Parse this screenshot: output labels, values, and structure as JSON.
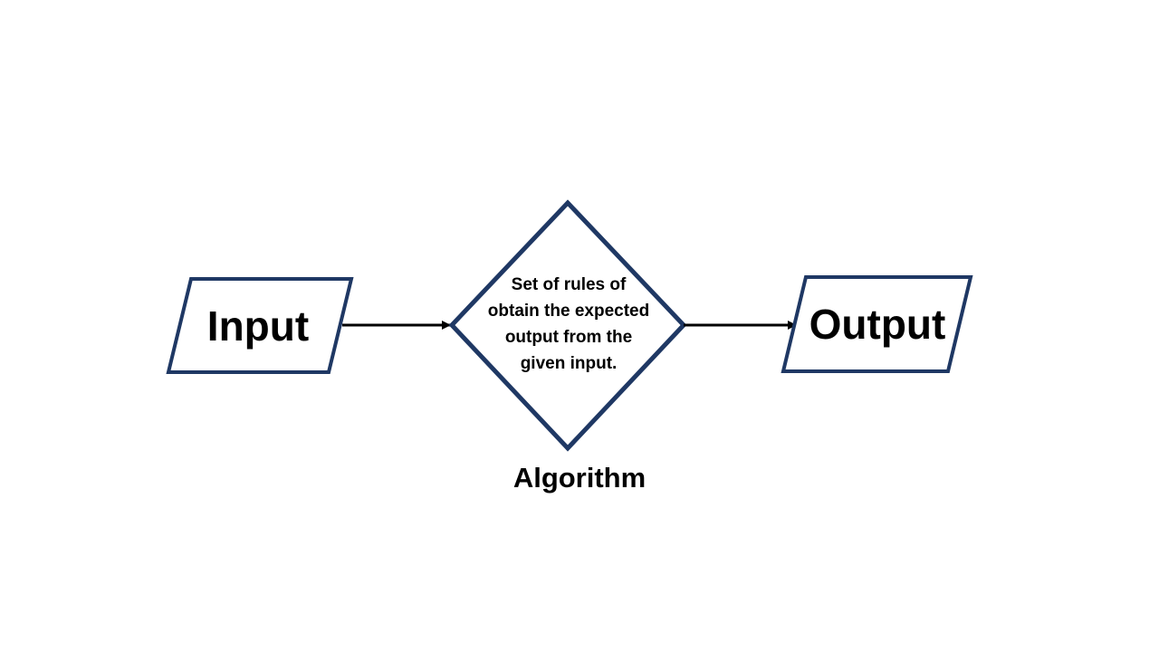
{
  "colors": {
    "shape_stroke": "#1f3864",
    "shape_fill": "#ffffff",
    "arrow": "#000000",
    "text": "#000000"
  },
  "nodes": {
    "input": {
      "label": "Input"
    },
    "process": {
      "text_lines": [
        "Set of rules of",
        "obtain the expected",
        "output from the",
        "given input."
      ],
      "caption": "Algorithm"
    },
    "output": {
      "label": "Output"
    }
  },
  "edges": [
    {
      "from": "input",
      "to": "process"
    },
    {
      "from": "process",
      "to": "output"
    }
  ]
}
